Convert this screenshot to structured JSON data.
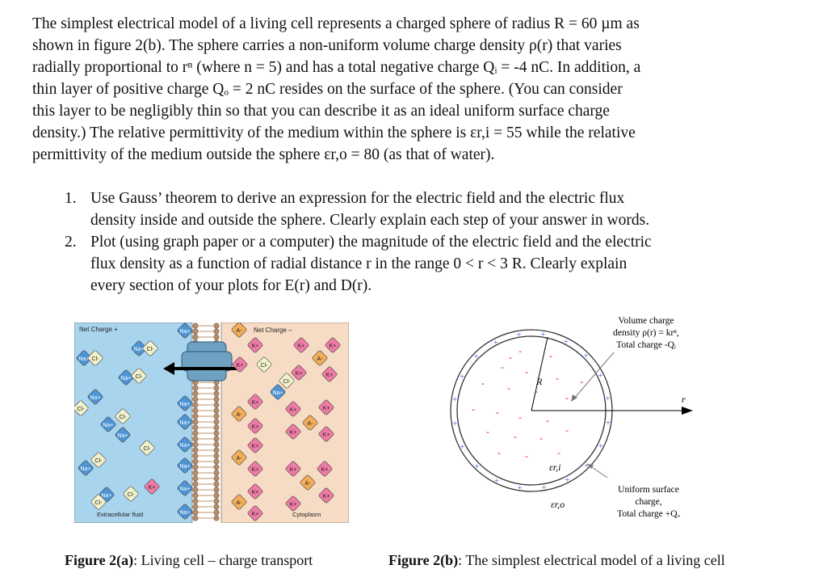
{
  "intro": [
    "The simplest electrical model of a living cell represents a charged sphere of radius R = 60 µm as",
    "shown in figure 2(b). The sphere carries a non-uniform volume charge density ρ(r) that varies",
    "radially proportional to rⁿ (where n = 5) and has a total negative charge Qᵢ = -4 nC. In addition, a",
    "thin layer of positive charge Qₒ = 2 nC resides on the surface of the sphere. (You can consider",
    "this layer to be negligibly thin so that you can describe it as an ideal uniform surface charge",
    "density.) The relative permittivity of the medium within the sphere is εr,i = 55 while the relative",
    "permittivity of the medium outside the sphere εr,o = 80 (as that of water)."
  ],
  "questions": [
    {
      "num": "1.",
      "lines": [
        "Use Gauss’ theorem to derive an expression for the electric field and the electric flux",
        "density inside and outside the sphere. Clearly explain each step of your answer in words."
      ]
    },
    {
      "num": "2.",
      "lines": [
        "Plot (using graph paper or a computer) the magnitude of the electric field and the electric",
        "flux density as a function of radial distance r in the range 0 < r < 3 R. Clearly explain",
        "every section of your plots for E(r) and D(r)."
      ]
    }
  ],
  "figure_a": {
    "net_charge_plus": "Net Charge +",
    "net_charge_minus": "Net Charge –",
    "extracellular": "Extracellular fluid",
    "cytoplasm": "Cytoplasm",
    "ion_na": "Na+",
    "ion_cl": "Cl-",
    "ion_k": "K+",
    "ion_anion": "A-",
    "colors": {
      "extracellular": "#a9d4ee",
      "cytoplasm": "#f6dcc4",
      "na": "#4d95d6",
      "cl": "#f2f2cc",
      "k": "#ee7ba6",
      "a": "#f2ad58",
      "channel": "#6fa2c2",
      "membrane": "#b58f6c"
    }
  },
  "figure_b": {
    "volume_label_1": "Volume charge",
    "volume_label_2": "density ρ(r) = krⁿ,",
    "volume_label_3": "Total charge -Qᵢ",
    "surface_label_1": "Uniform surface",
    "surface_label_2": "charge,",
    "surface_label_3": "Total charge +Qₒ",
    "R": "R",
    "r": "r",
    "eps_i": "εr,i",
    "eps_o": "εr,o",
    "plus": "+",
    "minus": "-",
    "colors": {
      "plus": "#3a6fd8",
      "minus": "#e02424"
    }
  },
  "captions": {
    "a_bold": "Figure 2(a)",
    "a_text": ": Living cell – charge transport",
    "b_bold": "Figure 2(b)",
    "b_text": ": The simplest electrical model of a living cell"
  }
}
